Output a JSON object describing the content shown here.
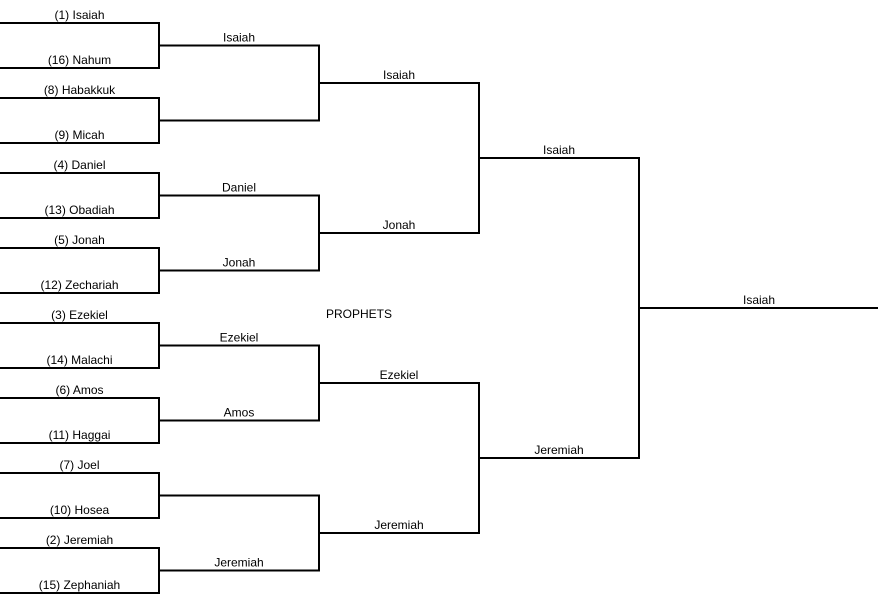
{
  "title": "PROPHETS",
  "rounds": [
    [
      "(1) Isaiah",
      "(16) Nahum",
      "(8) Habakkuk",
      "(9) Micah",
      "(4) Daniel",
      "(13) Obadiah",
      "(5) Jonah",
      "(12) Zechariah",
      "(3) Ezekiel",
      "(14) Malachi",
      "(6) Amos",
      "(11) Haggai",
      "(7) Joel",
      "(10) Hosea",
      "(2) Jeremiah",
      "(15) Zephaniah"
    ],
    [
      "Isaiah",
      "",
      "Daniel",
      "Jonah",
      "Ezekiel",
      "Amos",
      "",
      "Jeremiah"
    ],
    [
      "Isaiah",
      "Jonah",
      "Ezekiel",
      "Jeremiah"
    ],
    [
      "Isaiah",
      "Jeremiah"
    ],
    [
      "Isaiah"
    ]
  ],
  "line_color": "#000000"
}
